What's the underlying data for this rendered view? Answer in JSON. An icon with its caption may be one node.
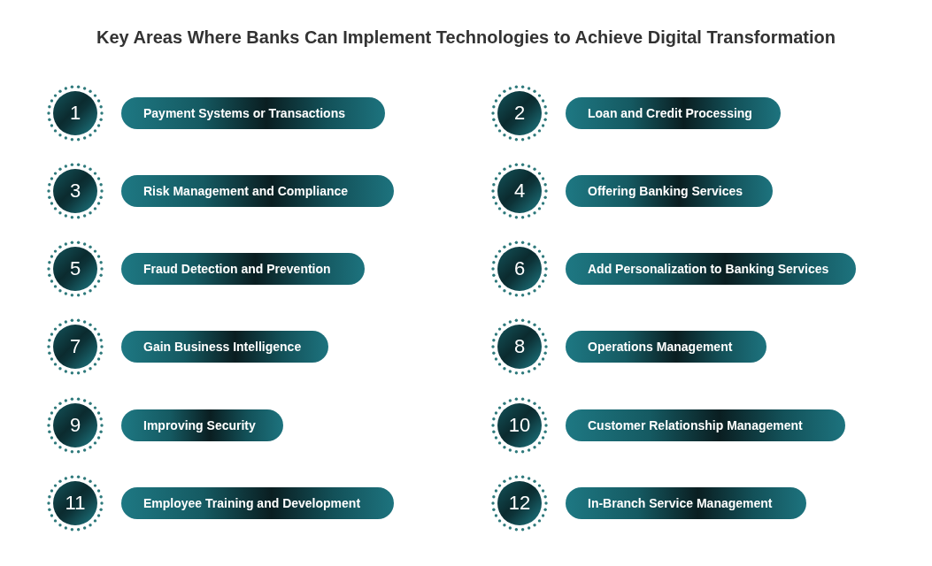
{
  "diagram": {
    "title": "Key Areas Where Banks Can Implement Technologies to Achieve Digital Transformation",
    "nodes": [
      {
        "text": [
          "1"
        ]
      },
      {
        "text": [
          "Payment Systems or Transactions"
        ]
      },
      {
        "text": [
          "2"
        ]
      },
      {
        "text": [
          "Loan and Credit Processing"
        ]
      },
      {
        "text": [
          "3"
        ]
      },
      {
        "text": [
          "Risk Management and Compliance"
        ]
      },
      {
        "text": [
          "4"
        ]
      },
      {
        "text": [
          "Offering Banking Services"
        ]
      },
      {
        "text": [
          "5"
        ]
      },
      {
        "text": [
          "Fraud Detection and Prevention"
        ]
      },
      {
        "text": [
          "6"
        ]
      },
      {
        "text": [
          "Add Personalization to Banking Services"
        ]
      },
      {
        "text": [
          "7"
        ]
      },
      {
        "text": [
          "Gain Business Intelligence"
        ]
      },
      {
        "text": [
          "8"
        ]
      },
      {
        "text": [
          "Operations Management"
        ]
      },
      {
        "text": [
          "9"
        ]
      },
      {
        "text": [
          "Improving Security"
        ]
      },
      {
        "text": [
          "10"
        ]
      },
      {
        "text": [
          "Customer Relationship Management"
        ]
      },
      {
        "text": [
          "11"
        ]
      },
      {
        "text": [
          "Employee Training and Development"
        ]
      },
      {
        "text": [
          "12"
        ]
      },
      {
        "text": [
          "In-Branch Service Management"
        ]
      }
    ]
  }
}
